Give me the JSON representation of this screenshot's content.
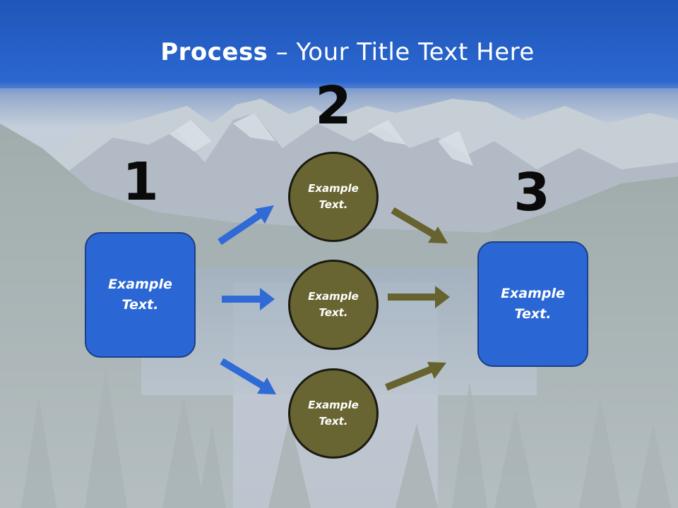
{
  "slide": {
    "title_bold": "Process",
    "title_rest": " – Your Title Text Here"
  },
  "steps": {
    "step1": "1",
    "step2": "2",
    "step3": "3"
  },
  "nodes": {
    "left_box": "Example Text.",
    "circle_top": "Example Text.",
    "circle_middle": "Example Text.",
    "circle_bottom": "Example Text.",
    "right_box": "Example Text."
  },
  "colors": {
    "title_band": "#2a64cf",
    "box_fill": "#2a67d4",
    "circle_fill": "#686532",
    "blue_arrow": "#2f6ad6",
    "olive_arrow": "#67632f"
  }
}
